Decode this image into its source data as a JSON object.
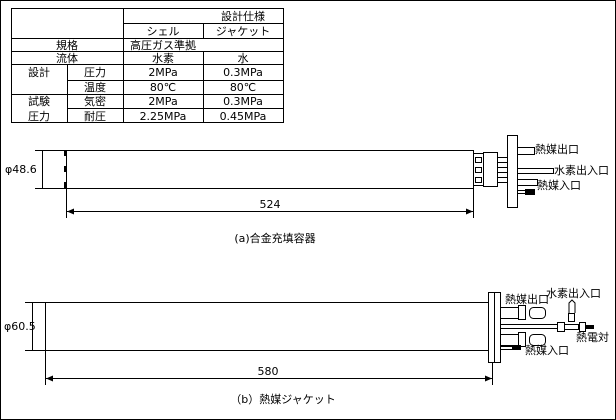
{
  "spec_table": {
    "header": "設計仕様",
    "col_shell": "シェル",
    "col_jacket": "ジャケット",
    "rows": {
      "standard": {
        "label": "規格",
        "value": "高圧ガス準拠"
      },
      "fluid": {
        "label": "流体",
        "shell": "水素",
        "jacket": "水"
      },
      "design_group": "設計",
      "design_pressure": {
        "label": "圧力",
        "shell": "2MPa",
        "jacket": "0.3MPa"
      },
      "design_temp": {
        "label": "温度",
        "shell": "80℃",
        "jacket": "80℃"
      },
      "test_group_1": "試験",
      "test_group_2": "圧力",
      "airtight": {
        "label": "気密",
        "shell": "2MPa",
        "jacket": "0.3MPa"
      },
      "pressure_resist": {
        "label": "耐圧",
        "shell": "2.25MPa",
        "jacket": "0.45MPa"
      }
    }
  },
  "drawing_a": {
    "diameter": "φ48.6",
    "length": "524",
    "caption": "(a)合金充填容器",
    "labels": {
      "heat_out": "熱媒出口",
      "h2_port": "水素出入口",
      "heat_in": "熱媒入口"
    }
  },
  "drawing_b": {
    "diameter": "φ60.5",
    "length": "580",
    "caption": "（b）熱媒ジャケット",
    "labels": {
      "heat_out": "熱媒出口",
      "h2_port": "水素出入口",
      "thermocouple": "熱電対",
      "heat_in": "熱媒入口"
    }
  }
}
